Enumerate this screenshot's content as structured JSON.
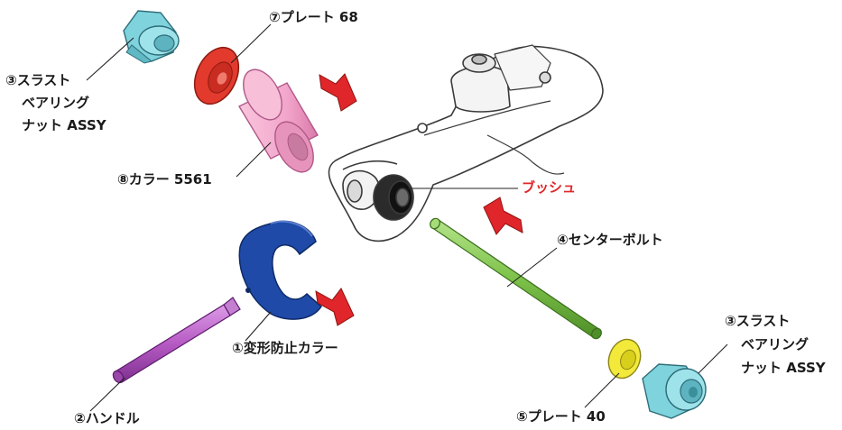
{
  "labels": {
    "thrust_nut_top": [
      "③スラスト",
      "ベアリング",
      "ナット ASSY"
    ],
    "plate68": "⑦プレート 68",
    "collar5561": "⑧カラー 5561",
    "bush": "ブッシュ",
    "center_bolt": "④センターボルト",
    "deform_collar": "①変形防止カラー",
    "handle": "②ハンドル",
    "plate40": "⑤プレート 40",
    "thrust_nut_bottom": [
      "③スラスト",
      "ベアリング",
      "ナット ASSY"
    ]
  },
  "colors": {
    "label_text": "#1a1a1a",
    "bush_label": "#e0262a",
    "arrow": "#e0262a",
    "nut": "#7fd3dd",
    "plate68": "#e23a2c",
    "collar5561": "#f3a6cb",
    "deform_collar": "#1f4aa8",
    "handle": "#b65bc4",
    "center_bolt": "#7dc24a",
    "plate40": "#f2e93a"
  }
}
